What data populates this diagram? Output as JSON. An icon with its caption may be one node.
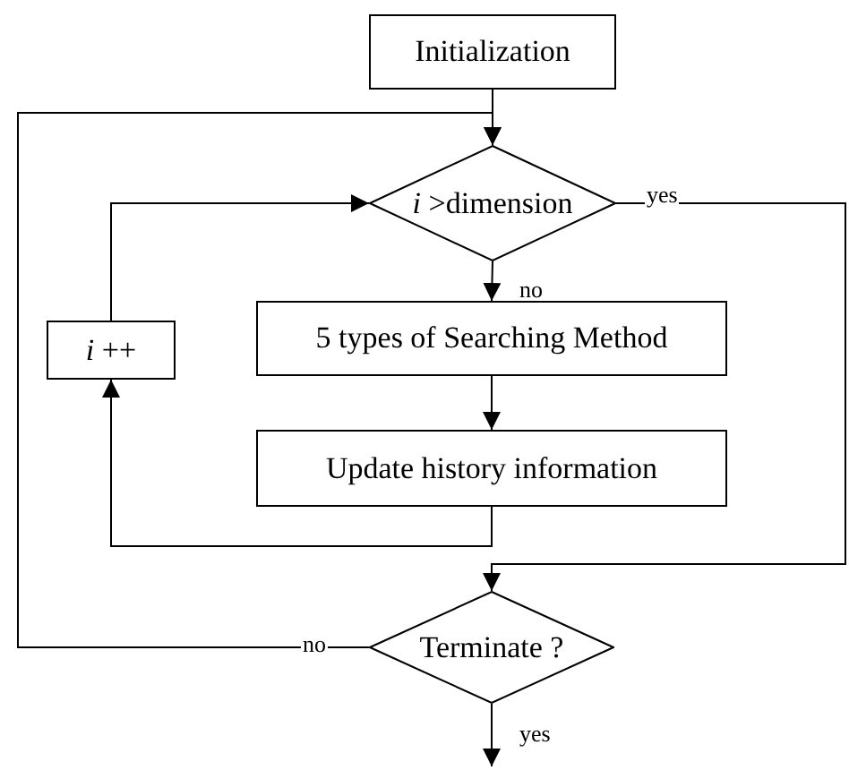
{
  "diagram": {
    "nodes": [
      {
        "text": [
          "Initialization"
        ]
      },
      {
        "text": [
          "*i* >dimension"
        ]
      },
      {
        "text": [
          "5 types of Searching Method"
        ]
      },
      {
        "text": [
          "Update history information"
        ]
      },
      {
        "text": [
          "*i* ++"
        ]
      },
      {
        "text": [
          "Terminate ?"
        ]
      }
    ],
    "edges": [
      {
        "from": 0,
        "to": 1,
        "arrow": "to"
      },
      {
        "from": 5,
        "to": 1,
        "arrow": "to",
        "label": "no"
      },
      {
        "from": 1,
        "to": 2,
        "arrow": "to",
        "label": "no"
      },
      {
        "from": 2,
        "to": 3,
        "arrow": "to"
      },
      {
        "from": 3,
        "to": 4,
        "arrow": "to"
      },
      {
        "from": 4,
        "to": 1,
        "arrow": "to"
      },
      {
        "from": 1,
        "to": 5,
        "arrow": "to",
        "label": "yes"
      },
      {
        "from": 5,
        "to": null,
        "arrow": "to",
        "label": "yes"
      }
    ]
  }
}
